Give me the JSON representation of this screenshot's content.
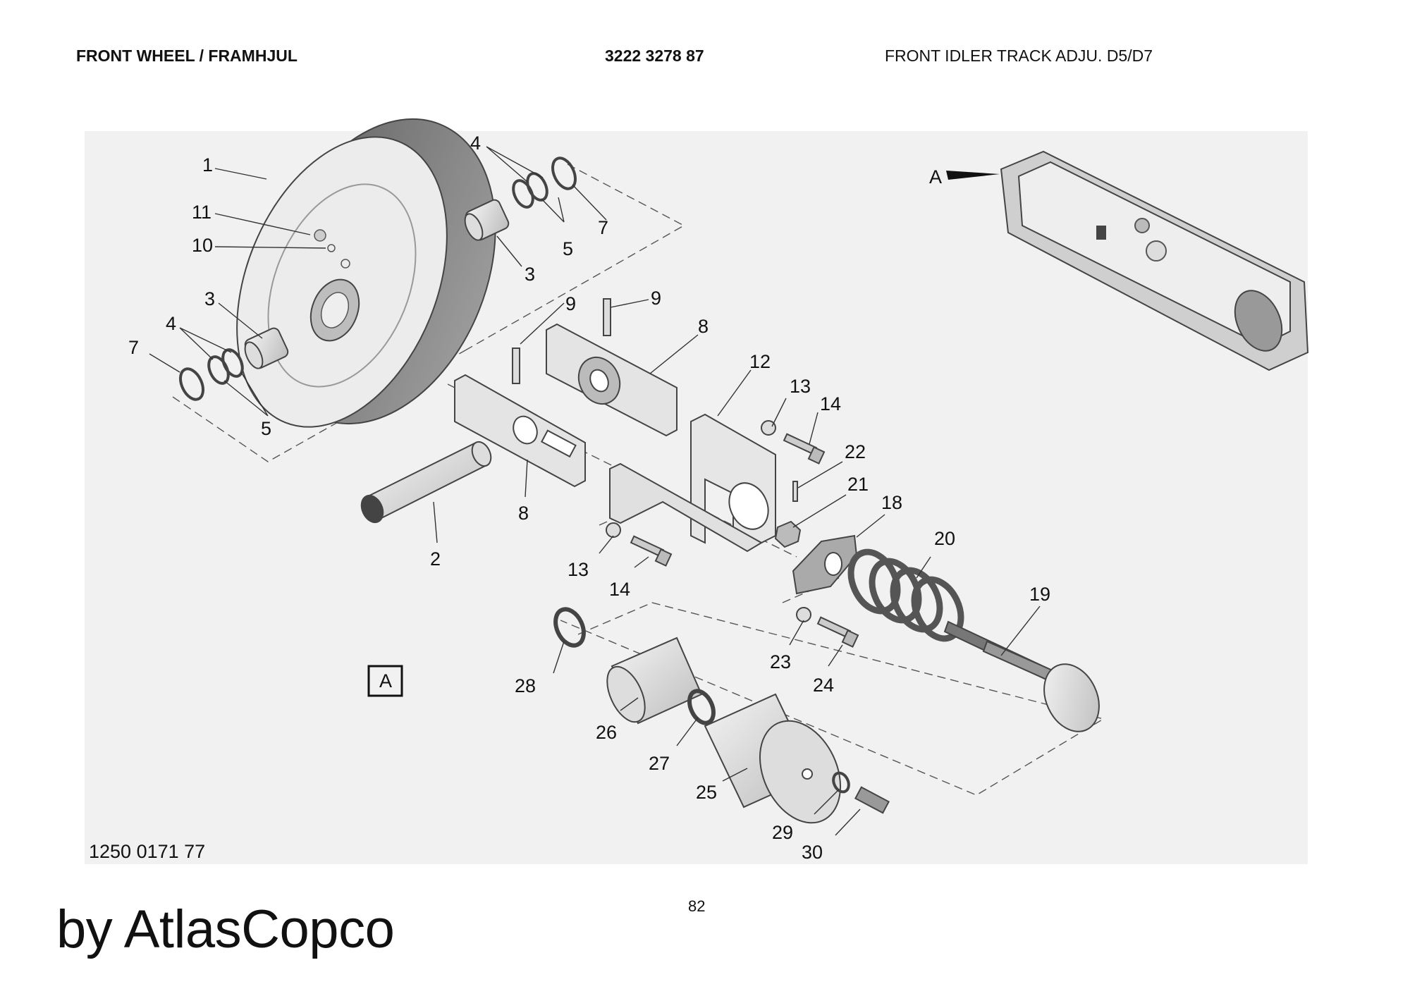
{
  "header": {
    "title": "FRONT WHEEL / FRAMHJUL",
    "part_number": "3222 3278 87",
    "description": "FRONT IDLER TRACK ADJU. D5/D7"
  },
  "diagram": {
    "view_marker": "A",
    "detail_marker": "A",
    "callouts": [
      "1",
      "11",
      "10",
      "3",
      "4",
      "7",
      "5",
      "4",
      "7",
      "3",
      "5",
      "9",
      "9",
      "8",
      "8",
      "2",
      "12",
      "13",
      "14",
      "22",
      "21",
      "18",
      "20",
      "13",
      "14",
      "19",
      "23",
      "24",
      "28",
      "26",
      "27",
      "25",
      "29",
      "30"
    ]
  },
  "footer": {
    "drawing_number": "1250 0171 77",
    "page_number": "82",
    "brand": "by AtlasCopco"
  }
}
